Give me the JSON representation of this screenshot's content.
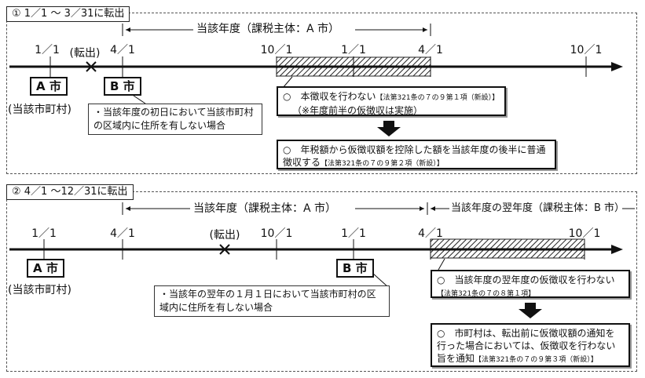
{
  "section1": {
    "tab": "① 1／1 ～ 3／31に転出",
    "period_label": "当該年度（課税主体：A 市）",
    "dates": [
      "1／1",
      "4／1",
      "10／1",
      "1／1",
      "4／1",
      "10／1"
    ],
    "move_label": "(転出)",
    "city_a": "A 市",
    "city_b": "B 市",
    "city_a_sub": "(当該市町村)",
    "note": "・当該年度の初日において当該市町村の区域内に住所を有しない場合",
    "box1_main": "○　本徴収を行わない",
    "box1_ref": "【法第321条の７の９第１項（新設）】",
    "box1_sub": "（※年度前半の仮徴収は実施）",
    "box2_main": "○　年税額から仮徴収額を控除した額を当該年度の後半に普通徴収する",
    "box2_ref": "【法第321条の７の９第２項（新設）】"
  },
  "section2": {
    "tab": "② 4／1 ～12／31に転出",
    "period_label": "当該年度（課税主体：A 市）",
    "next_period_label": "当該年度の翌年度（課税主体：B 市）",
    "dates": [
      "1／1",
      "4／1",
      "10／1",
      "1／1",
      "4／1",
      "10／1"
    ],
    "move_label": "(転出)",
    "city_a": "A 市",
    "city_b": "B 市",
    "city_a_sub": "(当該市町村)",
    "note": "・当該年の翌年の１月１日において当該市町村の区域内に住所を有しない場合",
    "box1_main": "○　当該年度の翌年度の仮徴収を行わない",
    "box1_ref": "【法第321条の７の８第１項】",
    "box2_main": "○　市町村は、転出前に仮徴収額の通知を行った場合においては、仮徴収を行わない旨を通知",
    "box2_ref": "【法第321条の７の９第３項（新設）】"
  }
}
